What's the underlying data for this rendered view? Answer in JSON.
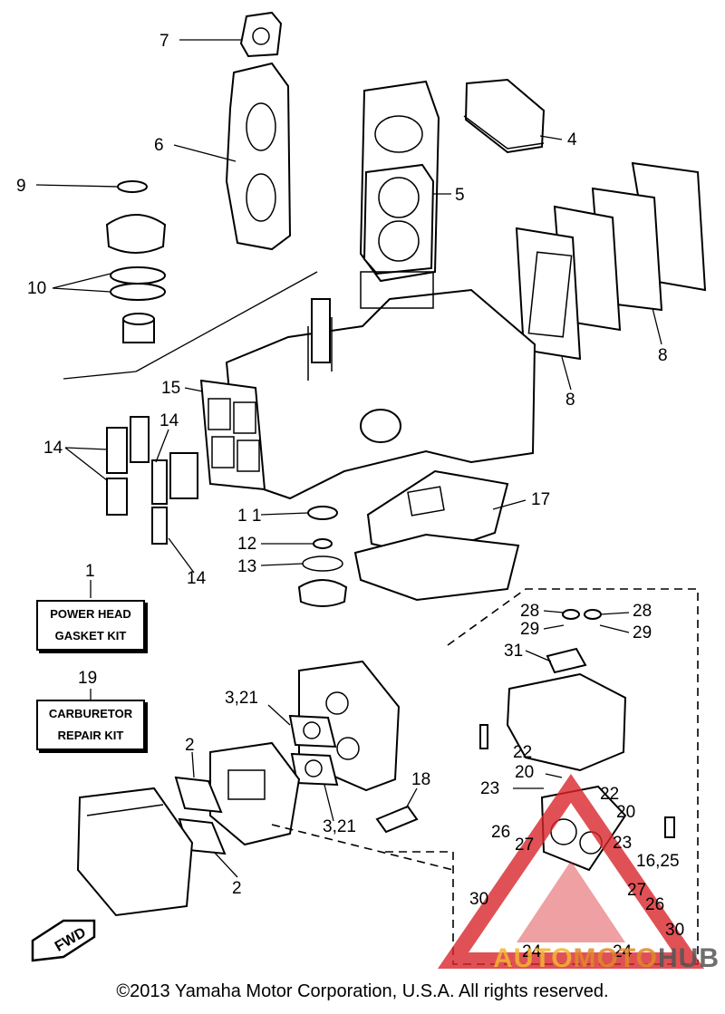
{
  "callouts": {
    "n7": "7",
    "n6": "6",
    "n9": "9",
    "n10": "10",
    "n4": "4",
    "n5": "5",
    "n8a": "8",
    "n8b": "8",
    "n15": "15",
    "n14a": "14",
    "n14b": "14",
    "n14c": "14",
    "n17": "17",
    "n11": "1 1",
    "n12": "12",
    "n13": "13",
    "n1": "1",
    "n19": "19",
    "n3_21a": "3,21",
    "n3_21b": "3,21",
    "n2a": "2",
    "n2b": "2",
    "n18": "18",
    "n28a": "28",
    "n28b": "28",
    "n29a": "29",
    "n29b": "29",
    "n31": "31",
    "n22a": "22",
    "n22b": "22",
    "n20a": "20",
    "n20b": "20",
    "n23a": "23",
    "n23b": "23",
    "n26a": "26",
    "n26b": "26",
    "n27a": "27",
    "n27b": "27",
    "n16_25": "16,25",
    "n30a": "30",
    "n30b": "30",
    "n24a": "24",
    "n24b": "24"
  },
  "kits": {
    "power_head": {
      "line1": "POWER HEAD",
      "line2": "GASKET KIT"
    },
    "carburetor": {
      "line1": "CARBURETOR",
      "line2": "REPAIR KIT"
    }
  },
  "fwd_label": "FWD",
  "copyright": "©2013 Yamaha Motor Corporation, U.S.A. All rights reserved.",
  "watermark": {
    "part1": "AUTO",
    "part2": "MOTO",
    "part3": "HUB"
  },
  "colors": {
    "line": "#000000",
    "background": "#ffffff",
    "watermark_red": "#d9262b",
    "watermark_yellow": "#f2b632"
  }
}
